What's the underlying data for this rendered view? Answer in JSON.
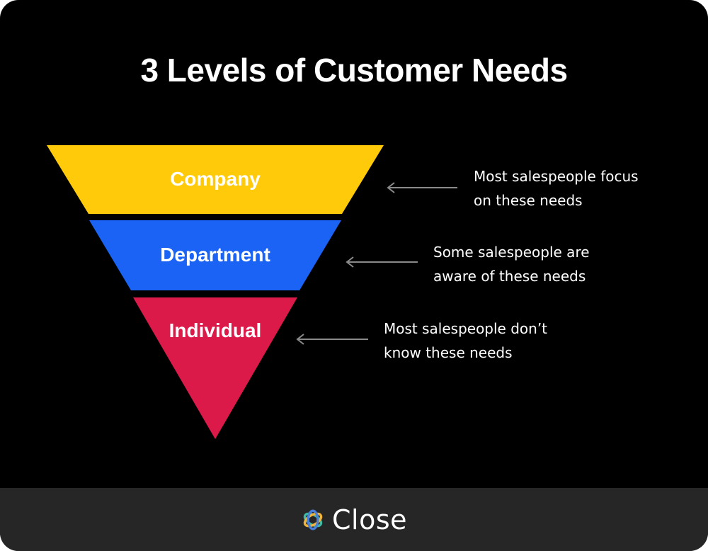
{
  "title": "3 Levels of Customer Needs",
  "levels": [
    {
      "label": "Company",
      "color": "#FFCA0A"
    },
    {
      "label": "Department",
      "color": "#1A63F5"
    },
    {
      "label": "Individual",
      "color": "#DC1A4A"
    }
  ],
  "notes": [
    {
      "line1": "Most salespeople focus",
      "line2": "on these needs"
    },
    {
      "line1": "Some salespeople are",
      "line2": "aware of these needs"
    },
    {
      "line1": "Most salespeople don’t",
      "line2": "know these needs"
    }
  ],
  "arrow_color": "#8a8a8a",
  "brand": {
    "name": "Close",
    "icon": "close-logo-icon",
    "footer_color": "#262626"
  },
  "background_color": "#000000"
}
